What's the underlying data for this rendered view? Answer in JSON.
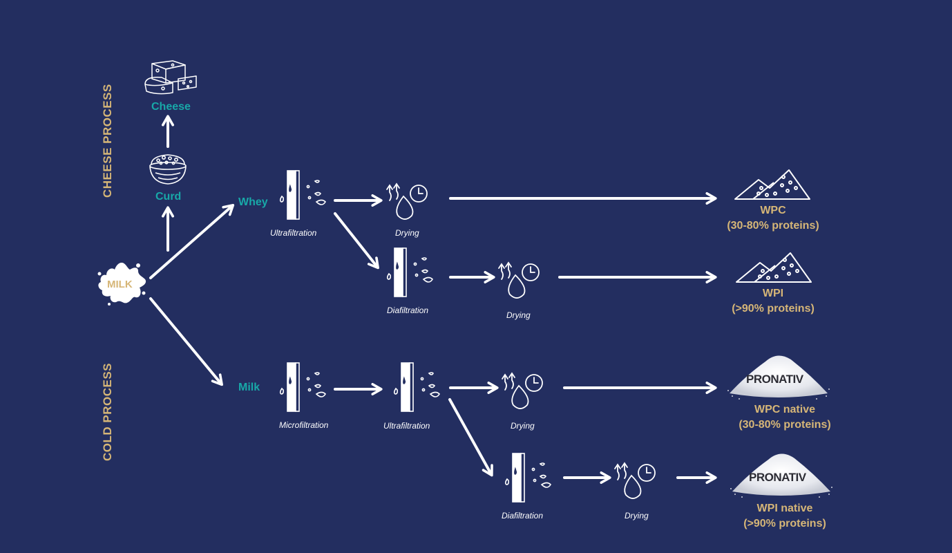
{
  "sections": {
    "cheese_process": "CHEESE PROCESS",
    "cold_process": "COLD PROCESS"
  },
  "source": {
    "milk": "MILK"
  },
  "cheese": {
    "cheese": "Cheese",
    "curd": "Curd"
  },
  "streams": {
    "whey": "Whey",
    "milk": "Milk"
  },
  "steps": {
    "ultrafiltration": "Ultrafiltration",
    "diafiltration": "Diafiltration",
    "drying": "Drying",
    "microfiltration": "Microfiltration"
  },
  "products": {
    "wpc": {
      "name": "WPC",
      "detail": "(30-80% proteins)"
    },
    "wpi": {
      "name": "WPI",
      "detail": "(>90% proteins)"
    },
    "wpc_native": {
      "name": "WPC native",
      "detail": "(30-80% proteins)"
    },
    "wpi_native": {
      "name": "WPI native",
      "detail": "(>90% proteins)"
    }
  },
  "brand": "PRONATIV",
  "colors": {
    "background": "#232e60",
    "teal": "#18a8a8",
    "gold": "#d6b677",
    "white": "#ffffff"
  },
  "icons": [
    "cheese-icon",
    "curd-bowl-icon",
    "milk-splash-icon",
    "filter-membrane-icon",
    "drying-icon",
    "powder-pile-icon",
    "pronativ-powder-icon"
  ]
}
